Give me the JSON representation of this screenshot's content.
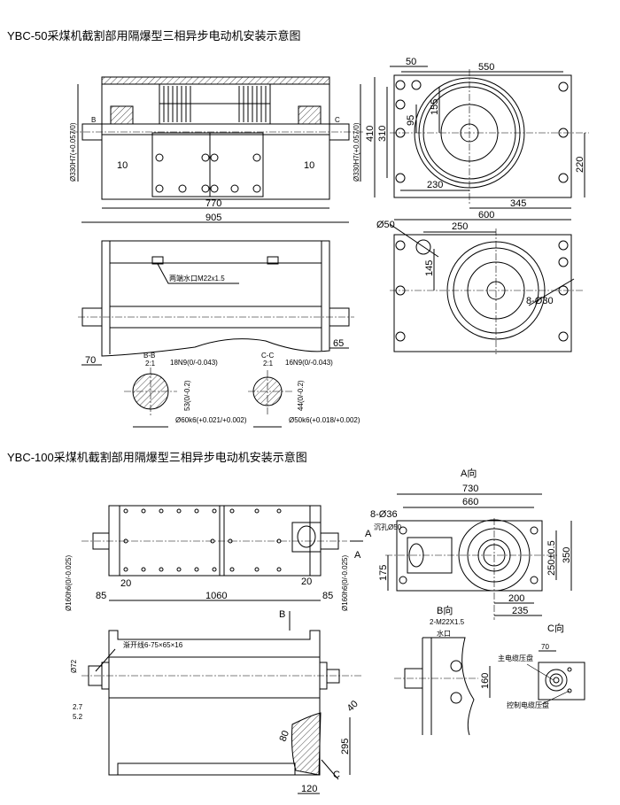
{
  "titles": {
    "ybc50": "YBC-50采煤机截割部用隔爆型三相异步电动机安装示意图",
    "ybc100": "YBC-100采煤机截割部用隔爆型三相异步电动机安装示意图"
  },
  "ybc50": {
    "front": {
      "dim_770": "770",
      "dim_905": "905",
      "dim_10_left": "10",
      "dim_10_right": "10",
      "bore_left": "Ø330H7(+0.057/0)",
      "bore_right": "Ø330H7(+0.057/0)",
      "section_b": "B",
      "section_c": "C"
    },
    "end_view": {
      "dim_50": "50",
      "dim_550": "550",
      "dim_600": "600",
      "dim_345": "345",
      "dim_230": "230",
      "dim_410": "410",
      "dim_310": "310",
      "dim_220": "220",
      "dim_95": "95",
      "dim_155": "155"
    },
    "end_view_2": {
      "dim_phi50": "Ø50",
      "dim_250": "250",
      "dim_145": "145",
      "holes": "8-Ø30"
    },
    "side": {
      "water_port": "两端水口M22x1.5",
      "dim_70": "70",
      "dim_65": "65"
    },
    "section_bb": {
      "label": "B-B",
      "scale": "2:1",
      "key": "18N9(0/-0.043)",
      "depth": "53(0/-0.2)",
      "shaft": "Ø60k6(+0.021/+0.002)"
    },
    "section_cc": {
      "label": "C-C",
      "scale": "2:1",
      "key": "16N9(0/-0.043)",
      "depth": "44(0/-0.2)",
      "shaft": "Ø50k6(+0.018/+0.002)"
    }
  },
  "ybc100": {
    "front": {
      "dim_20_left": "20",
      "dim_20_right": "20",
      "dim_85_left": "85",
      "dim_85_right": "85",
      "dim_1060": "1060",
      "shaft_left": "Ø160h6(0/-0.025)",
      "shaft_right": "Ø160h6(0/-0.025)",
      "arrow_a": "A",
      "arrow_b": "B"
    },
    "view_a": {
      "title": "A向",
      "dim_730": "730",
      "dim_660": "660",
      "holes": "8-Ø36",
      "spotface": "沉孔Ø50",
      "dim_175": "175",
      "dim_250": "250±0.5",
      "dim_350": "350",
      "dim_200": "200",
      "dim_235": "235",
      "arrow_a": "A"
    },
    "view_b": {
      "title": "B向",
      "port": "2-M22X1.5",
      "port_label": "水口",
      "dim_160": "160"
    },
    "view_c": {
      "title": "C向",
      "dim_70": "70",
      "main_gland": "主电缆压盘",
      "ctrl_gland": "控制电缆压盘"
    },
    "side": {
      "spline": "渐开线6-75×65×16",
      "dim_72": "Ø72",
      "dim_27": "2.7",
      "dim_52": "5.2",
      "dim_40": "40",
      "dim_80": "80",
      "dim_295": "295",
      "dim_120": "120",
      "arrow_c": "C"
    }
  }
}
